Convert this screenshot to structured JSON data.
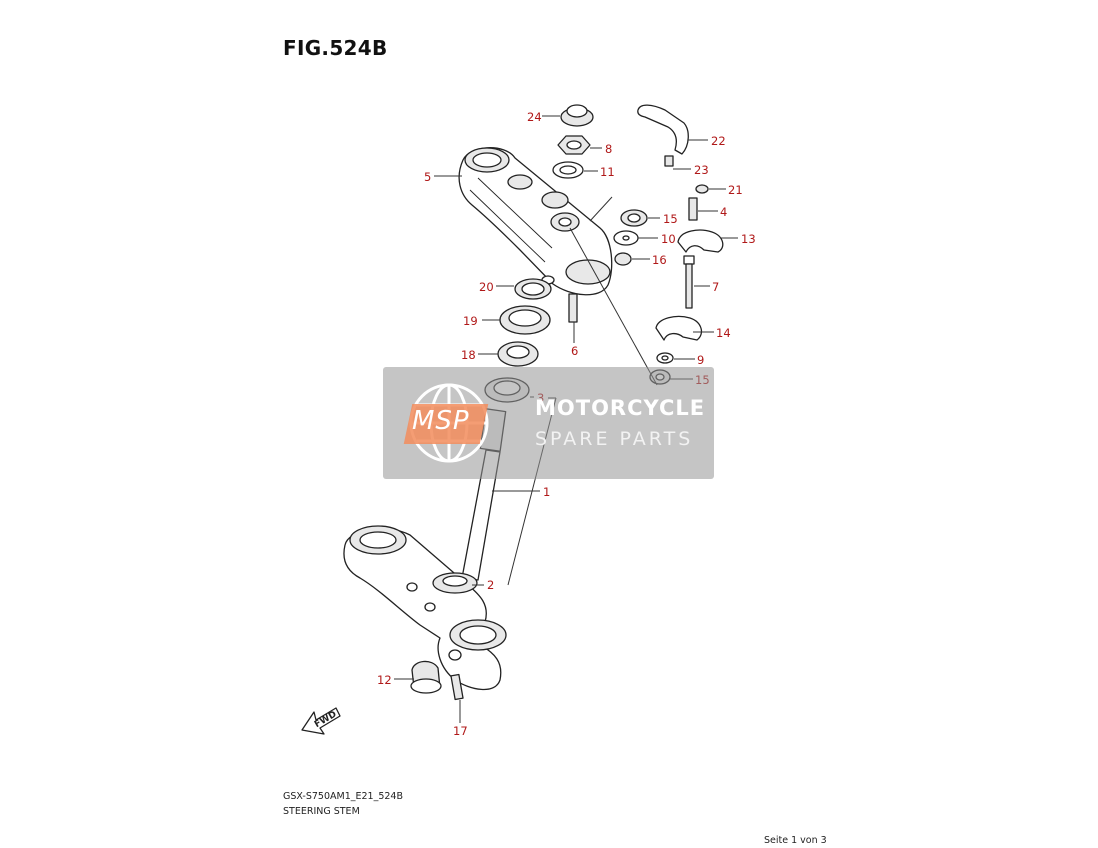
{
  "figure": {
    "title": "FIG.524B",
    "model_code": "GSX-S750AM1_E21_524B",
    "subtitle": "STEERING STEM",
    "page_count": "Seite 1 von 3",
    "direction_label": "FWD"
  },
  "callouts": [
    "24",
    "8",
    "11",
    "5",
    "22",
    "23",
    "21",
    "4",
    "15",
    "10",
    "13",
    "16",
    "20",
    "7",
    "19",
    "6",
    "14",
    "18",
    "9",
    "15",
    "3",
    "1",
    "2",
    "12",
    "17"
  ],
  "watermark": {
    "brand": "MSP",
    "line1": "MOTORCYCLE",
    "line2": "SPARE PARTS"
  },
  "colors": {
    "callout": "#b01818",
    "watermark_bg": "#969696",
    "brand": "#f28c5c"
  }
}
